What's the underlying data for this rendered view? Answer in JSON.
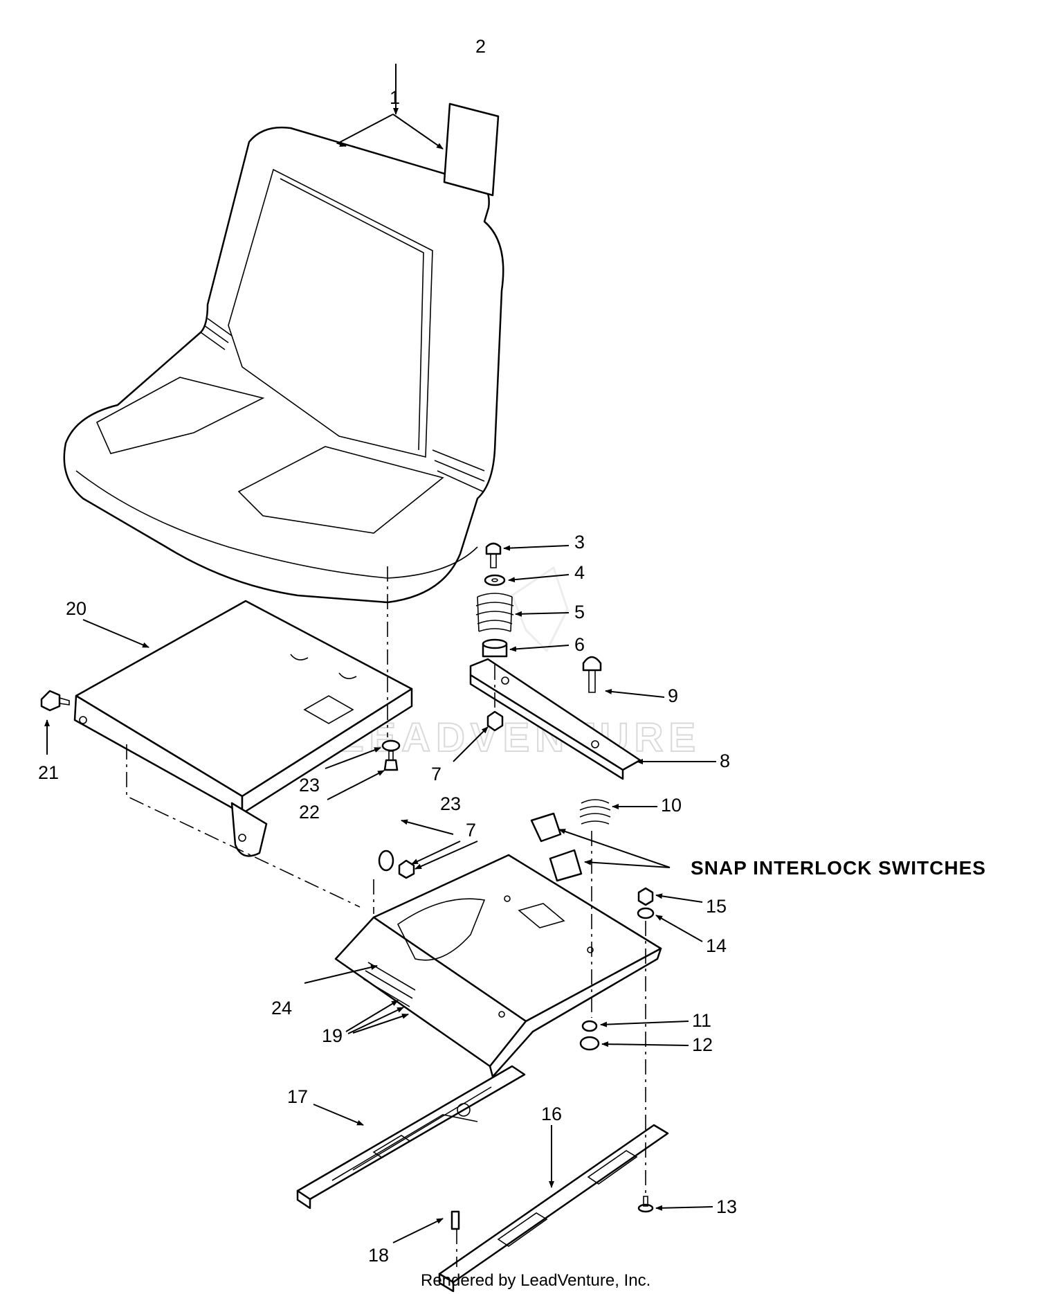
{
  "diagram": {
    "watermark": "LEADVENTURE",
    "footer": "Rendered by LeadVenture, Inc.",
    "note": "SNAP INTERLOCK SWITCHES",
    "callouts": [
      {
        "id": "c1",
        "text": "1"
      },
      {
        "id": "c2",
        "text": "2"
      },
      {
        "id": "c3",
        "text": "3"
      },
      {
        "id": "c4",
        "text": "4"
      },
      {
        "id": "c5",
        "text": "5"
      },
      {
        "id": "c6",
        "text": "6"
      },
      {
        "id": "c7a",
        "text": "7"
      },
      {
        "id": "c7b",
        "text": "7"
      },
      {
        "id": "c8",
        "text": "8"
      },
      {
        "id": "c9",
        "text": "9"
      },
      {
        "id": "c10",
        "text": "10"
      },
      {
        "id": "c11",
        "text": "11"
      },
      {
        "id": "c12",
        "text": "12"
      },
      {
        "id": "c13",
        "text": "13"
      },
      {
        "id": "c14",
        "text": "14"
      },
      {
        "id": "c15",
        "text": "15"
      },
      {
        "id": "c16",
        "text": "16"
      },
      {
        "id": "c17",
        "text": "17"
      },
      {
        "id": "c18",
        "text": "18"
      },
      {
        "id": "c19",
        "text": "19"
      },
      {
        "id": "c20",
        "text": "20"
      },
      {
        "id": "c21",
        "text": "21"
      },
      {
        "id": "c22",
        "text": "22"
      },
      {
        "id": "c23a",
        "text": "23"
      },
      {
        "id": "c23b",
        "text": "23"
      },
      {
        "id": "c24",
        "text": "24"
      }
    ]
  }
}
